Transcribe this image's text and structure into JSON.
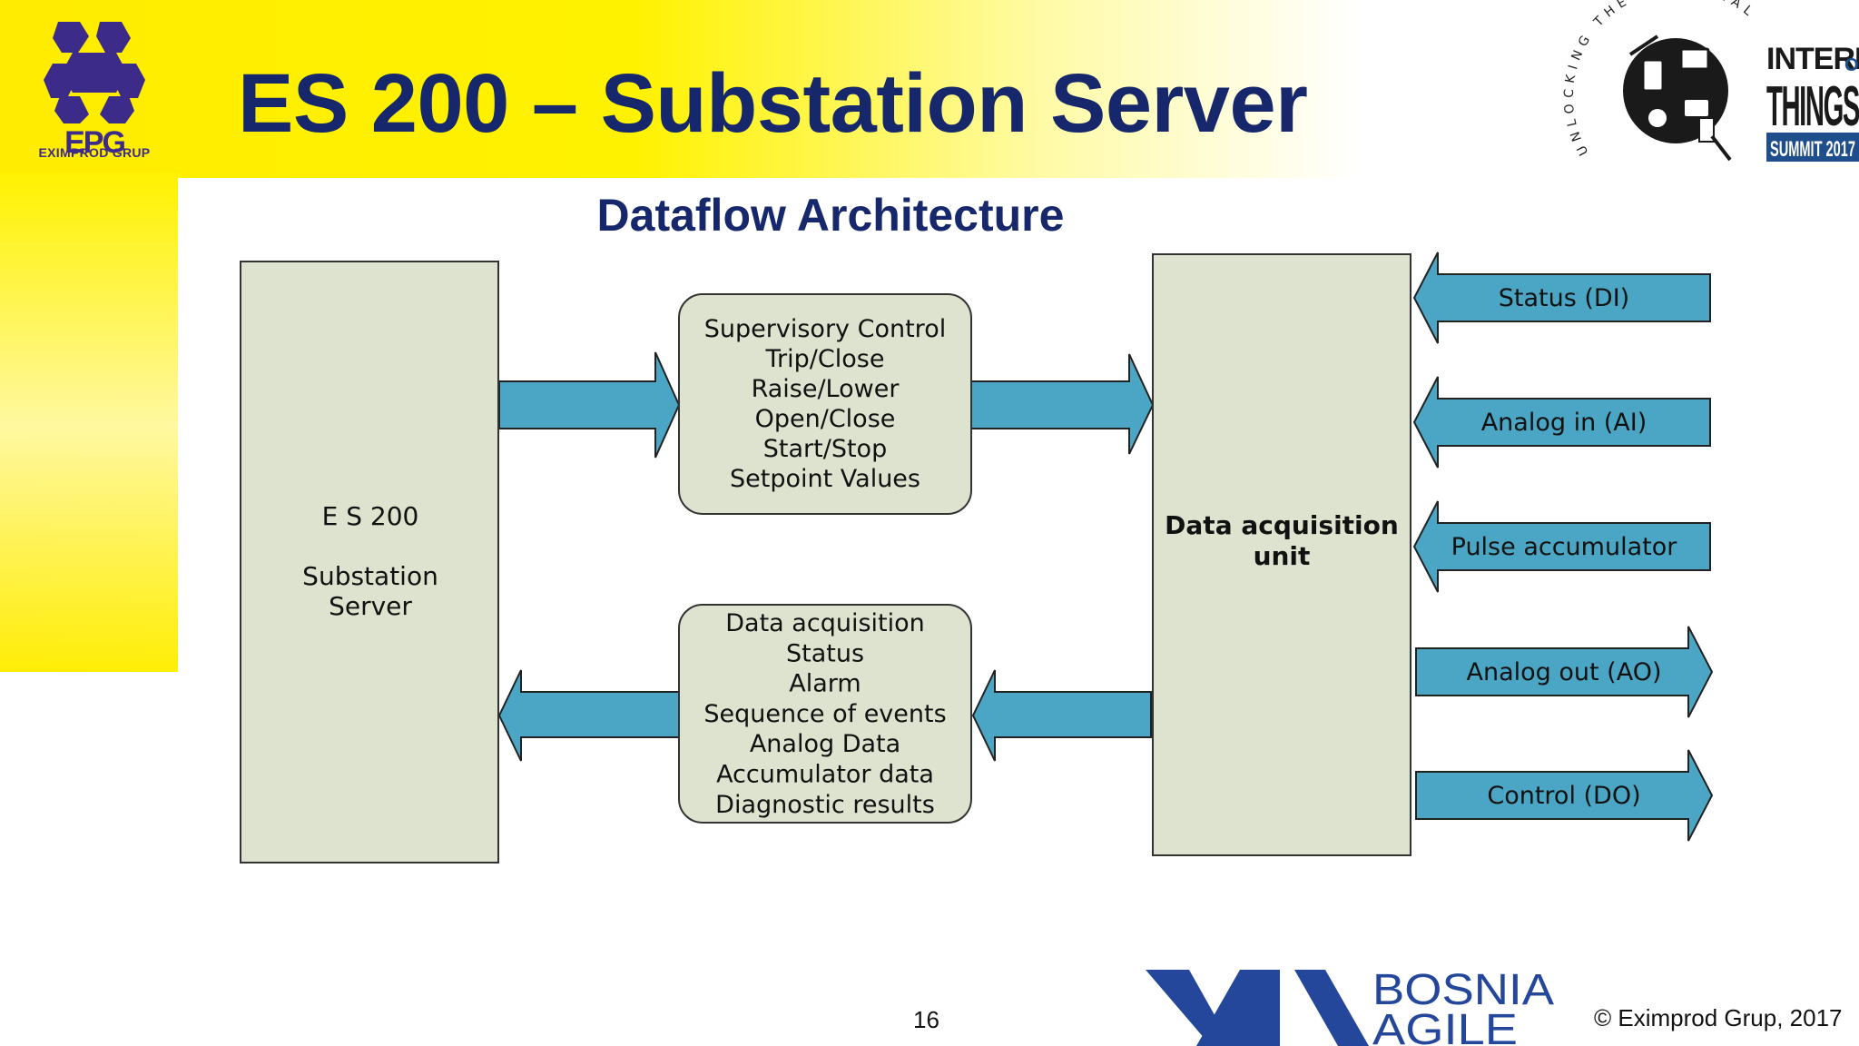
{
  "header": {
    "title": "ES 200 – Substation Server",
    "epg_logo": {
      "icon": "epg-logo-icon",
      "caption": "EXIMPROD GRUP"
    },
    "iot_logo": {
      "arc_text": "UNLOCKING THE POTENTIAL",
      "line1": "INTERNET",
      "line1_suffix": "OF",
      "line2": "THINGS",
      "line3": "SUMMIT 2017"
    }
  },
  "subtitle": "Dataflow Architecture",
  "diagram": {
    "server_box": {
      "line1": "E S 200",
      "line2": "Substation",
      "line3": "Server"
    },
    "control_box": {
      "lines": [
        "Supervisory Control",
        "Trip/Close",
        "Raise/Lower",
        "Open/Close",
        "Start/Stop",
        "Setpoint Values"
      ]
    },
    "acquisition_box": {
      "lines": [
        "Data acquisition",
        "Status",
        "Alarm",
        "Sequence of events",
        "Analog Data",
        "Accumulator data",
        "Diagnostic results"
      ]
    },
    "dau_box": {
      "line1": "Data acquisition",
      "line2": "unit"
    },
    "io_arrows": [
      {
        "label": "Status (DI)",
        "direction": "in"
      },
      {
        "label": "Analog in (AI)",
        "direction": "in"
      },
      {
        "label": "Pulse accumulator",
        "direction": "in"
      },
      {
        "label": "Analog out (AO)",
        "direction": "out"
      },
      {
        "label": "Control (DO)",
        "direction": "out"
      }
    ]
  },
  "footer": {
    "page_number": "16",
    "bosnia_agile_logo": {
      "line1": "BOSNIA",
      "line2": "AGILE"
    },
    "copyright": "© Eximprod Grup, 2017"
  },
  "colors": {
    "title": "#16286b",
    "arrow_fill": "#4aa6c4",
    "box_fill": "#dde3cf",
    "box_stroke": "#333333",
    "yellow": "#fff200",
    "epg_purple": "#3d2b8a",
    "bosnia_blue": "#24479c"
  }
}
